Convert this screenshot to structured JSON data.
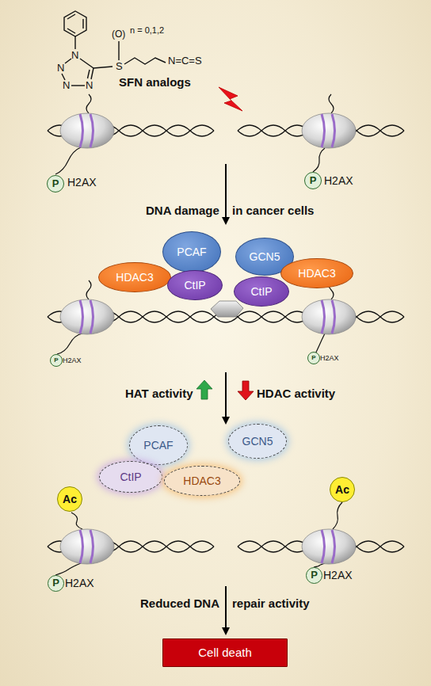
{
  "diagram": {
    "nodes": [
      {
        "text": [
          "P"
        ]
      },
      {
        "text": [
          "P"
        ]
      },
      {
        "text": [
          "PCAF"
        ]
      },
      {
        "text": [
          "GCN5"
        ]
      },
      {
        "text": [
          "HDAC3"
        ]
      },
      {
        "text": [
          "CtIP"
        ]
      },
      {
        "text": [
          "CtIP"
        ]
      },
      {
        "text": [
          "HDAC3"
        ]
      },
      {
        "text": [
          "P"
        ]
      },
      {
        "text": [
          "P"
        ]
      },
      {
        "text": [
          "PCAF"
        ]
      },
      {
        "text": [
          "GCN5"
        ]
      },
      {
        "text": [
          "CtIP"
        ]
      },
      {
        "text": [
          "HDAC3"
        ]
      },
      {
        "text": [
          "Ac"
        ]
      },
      {
        "text": [
          "Ac"
        ]
      },
      {
        "text": [
          "P"
        ]
      },
      {
        "text": [
          "P"
        ]
      },
      {
        "text": [
          "Cell death"
        ]
      }
    ],
    "labels": [
      "(O)",
      "n = 0,1,2",
      "N",
      "N",
      "S",
      "N=C=S",
      "N",
      "N",
      "SFN analogs",
      "H2AX",
      "H2AX",
      "DNA damage",
      "in cancer cells",
      "H2AX",
      "H2AX",
      "HAT activity",
      "HDAC activity",
      "H2AX",
      "H2AX",
      "Reduced DNA",
      "repair activity"
    ]
  }
}
